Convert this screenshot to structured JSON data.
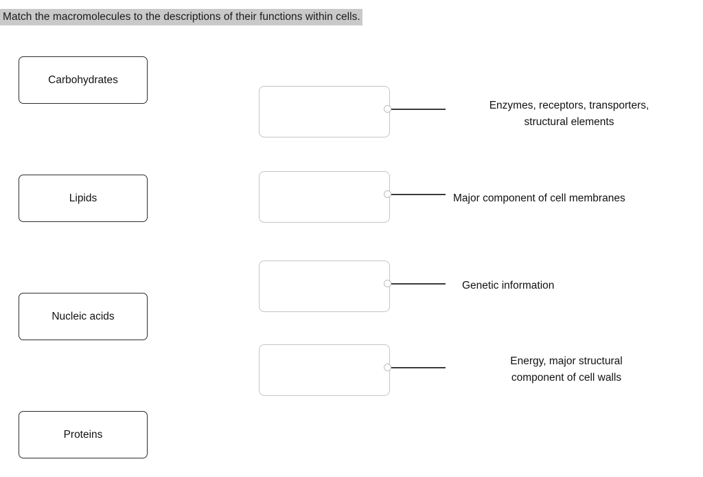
{
  "prompt": {
    "text": "Match the macromolecules to the descriptions of their functions within cells.",
    "highlight_color": "#c9c9c9"
  },
  "terms": [
    {
      "label": "Carbohydrates"
    },
    {
      "label": "Lipids"
    },
    {
      "label": "Nucleic acids"
    },
    {
      "label": "Proteins"
    }
  ],
  "drop_zones": [
    {
      "value": "",
      "placeholder": ""
    },
    {
      "value": "",
      "placeholder": ""
    },
    {
      "value": "",
      "placeholder": ""
    },
    {
      "value": "",
      "placeholder": ""
    }
  ],
  "descriptions": [
    {
      "text": "Enzymes, receptors, transporters,\nstructural elements"
    },
    {
      "text": "Major component of cell membranes"
    },
    {
      "text": "Genetic information"
    },
    {
      "text": "Energy, major structural\ncomponent of cell walls"
    }
  ],
  "colors": {
    "tile_border": "#2b2b2b",
    "dropzone_border": "#c5c5c5",
    "connector_line": "#3a3a3a",
    "connector_dot_border": "#bdbdbd",
    "text": "#111111",
    "background": "#ffffff"
  }
}
